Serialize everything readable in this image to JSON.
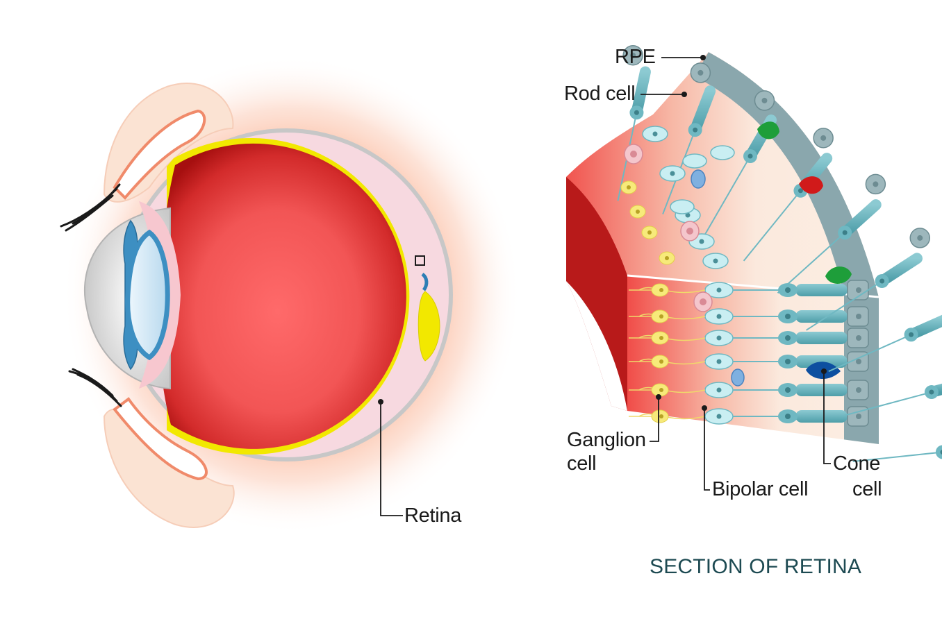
{
  "labels": {
    "retina": "Retina",
    "rpe": "RPE",
    "rod_cell": "Rod cell",
    "ganglion_line1": "Ganglion",
    "ganglion_line2": "cell",
    "bipolar_cell": "Bipolar cell",
    "cone_line1": "Cone",
    "cone_line2": "cell"
  },
  "caption": "SECTION OF RETINA",
  "colors": {
    "eyeball": "#f05a5a",
    "eyeball_dark": "#b01818",
    "retina_layer": "#f2e800",
    "sclera": "#a9a9a9",
    "skin": "#fbe3d3",
    "glow": "#fbb08f",
    "lens": "#d9ecf7",
    "iris": "#3d8fc2",
    "rpe": "#8aa7ad",
    "photoreceptor": "#6fb8c2",
    "cone_green": "#1e9e3a",
    "cone_red": "#d11a1a",
    "cone_blue": "#0d4fa0",
    "ganglion": "#f7ea7a",
    "bipolar": "#c9eef2",
    "caption": "#1d4a52"
  }
}
